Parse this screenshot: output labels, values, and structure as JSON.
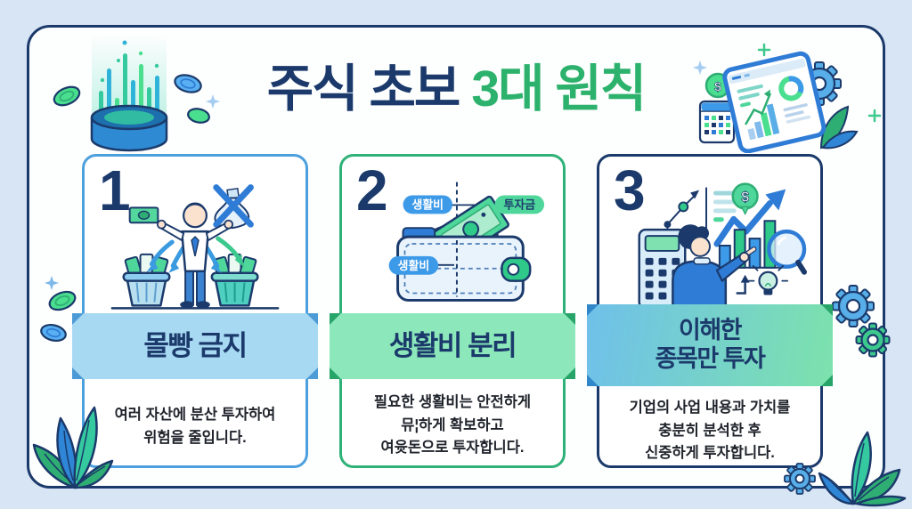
{
  "title": {
    "prefix": "주식 초보",
    "highlight": "3대 원칙"
  },
  "cards": [
    {
      "number": "1",
      "band_title": "몰빵 금지",
      "description_lines": [
        "여러 자산에 분산 투자하여",
        "위험을 줄입니다."
      ]
    },
    {
      "number": "2",
      "band_title": "생활비 분리",
      "description_lines": [
        "필요한 생활비는 안전하게",
        "뮤¦하게 확보하고",
        "여윳돈으로 투자합니다."
      ],
      "labels": {
        "living_top": "생활비",
        "investment": "투자금",
        "living_wallet": "생활비"
      }
    },
    {
      "number": "3",
      "band_title_lines": [
        "이해한",
        "종목만 투자"
      ],
      "description_lines": [
        "기업의 사업 내용과 가치를",
        "충분히 분석한 후",
        "신중하게 투자합니다."
      ]
    }
  ],
  "icons": {
    "dollar_sign": "$"
  },
  "colors": {
    "background": "#d8e5f5",
    "panel_border": "#1b3a6b",
    "title_navy": "#1b3a6b",
    "title_green": "#2cb26c",
    "card1_accent": "#4da0de",
    "card1_band": "#a8d9f3",
    "card2_accent": "#2fb277",
    "card2_band": "#8ce8ba",
    "card3_accent": "#1b3a6b",
    "card3_band_start": "#6fc0ea",
    "card3_band_end": "#7ce2ac",
    "illustration_green": "#4ed69b",
    "illustration_blue": "#2f7cd6"
  }
}
